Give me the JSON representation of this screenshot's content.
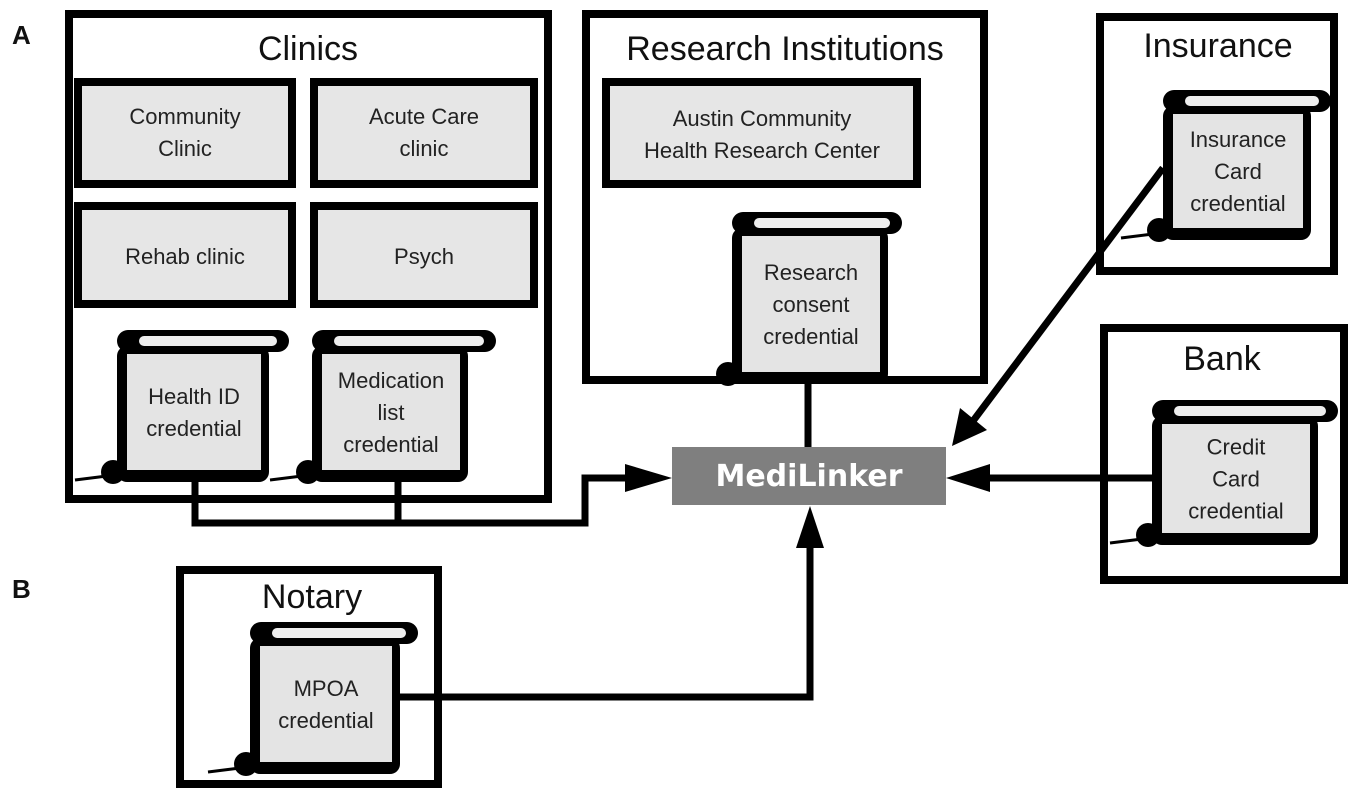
{
  "panels_letters": {
    "a": "A",
    "b": "B"
  },
  "hub": {
    "label": "MediLinker",
    "color": "#7f7f7f"
  },
  "clinics": {
    "title": "Clinics",
    "sub_boxes": [
      {
        "lines": [
          "Community",
          "Clinic"
        ]
      },
      {
        "lines": [
          "Acute Care",
          "clinic"
        ]
      },
      {
        "lines": [
          "Rehab clinic"
        ]
      },
      {
        "lines": [
          "Psych"
        ]
      }
    ],
    "credentials": [
      {
        "lines": [
          "Health ID",
          "credential"
        ]
      },
      {
        "lines": [
          "Medication",
          "list",
          "credential"
        ]
      }
    ]
  },
  "research": {
    "title": "Research Institutions",
    "sub_box": {
      "lines": [
        "Austin Community",
        "Health Research Center"
      ]
    },
    "credential": {
      "lines": [
        "Research",
        "consent",
        "credential"
      ]
    }
  },
  "insurance": {
    "title": "Insurance",
    "credential": {
      "lines": [
        "Insurance",
        "Card",
        "credential"
      ]
    }
  },
  "bank": {
    "title": "Bank",
    "credential": {
      "lines": [
        "Credit",
        "Card",
        "credential"
      ]
    }
  },
  "notary": {
    "title": "Notary",
    "credential": {
      "lines": [
        "MPOA",
        "credential"
      ]
    }
  },
  "colors": {
    "stroke": "#000000",
    "sub_fill": "#e6e6e6",
    "hub_fill": "#7f7f7f",
    "hub_text": "#ffffff"
  }
}
